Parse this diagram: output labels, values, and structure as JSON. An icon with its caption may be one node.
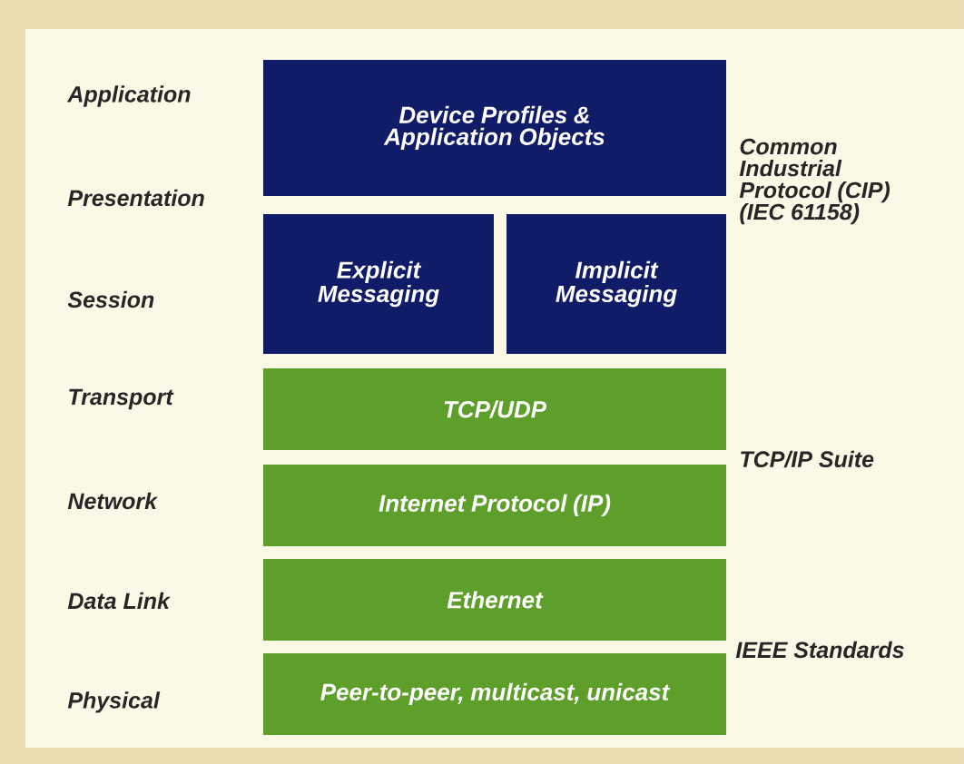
{
  "diagram": {
    "nodes": [
      {
        "text": [
          "Device Profiles & Application Objects"
        ]
      },
      {
        "text": [
          "Explicit Messaging"
        ]
      },
      {
        "text": [
          "Implicit Messaging"
        ]
      },
      {
        "text": [
          "TCP/UDP"
        ]
      },
      {
        "text": [
          "Internet Protocol (IP)"
        ]
      },
      {
        "text": [
          "Ethernet"
        ]
      },
      {
        "text": [
          "Peer-to-peer, multicast, unicast"
        ]
      }
    ],
    "labels": [
      "Application",
      "Presentation",
      "Session",
      "Transport",
      "Network",
      "Data Link",
      "Physical",
      "Common Industrial Protocol (CIP) (IEC 61158)",
      "TCP/IP Suite",
      "IEEE Standards"
    ]
  }
}
